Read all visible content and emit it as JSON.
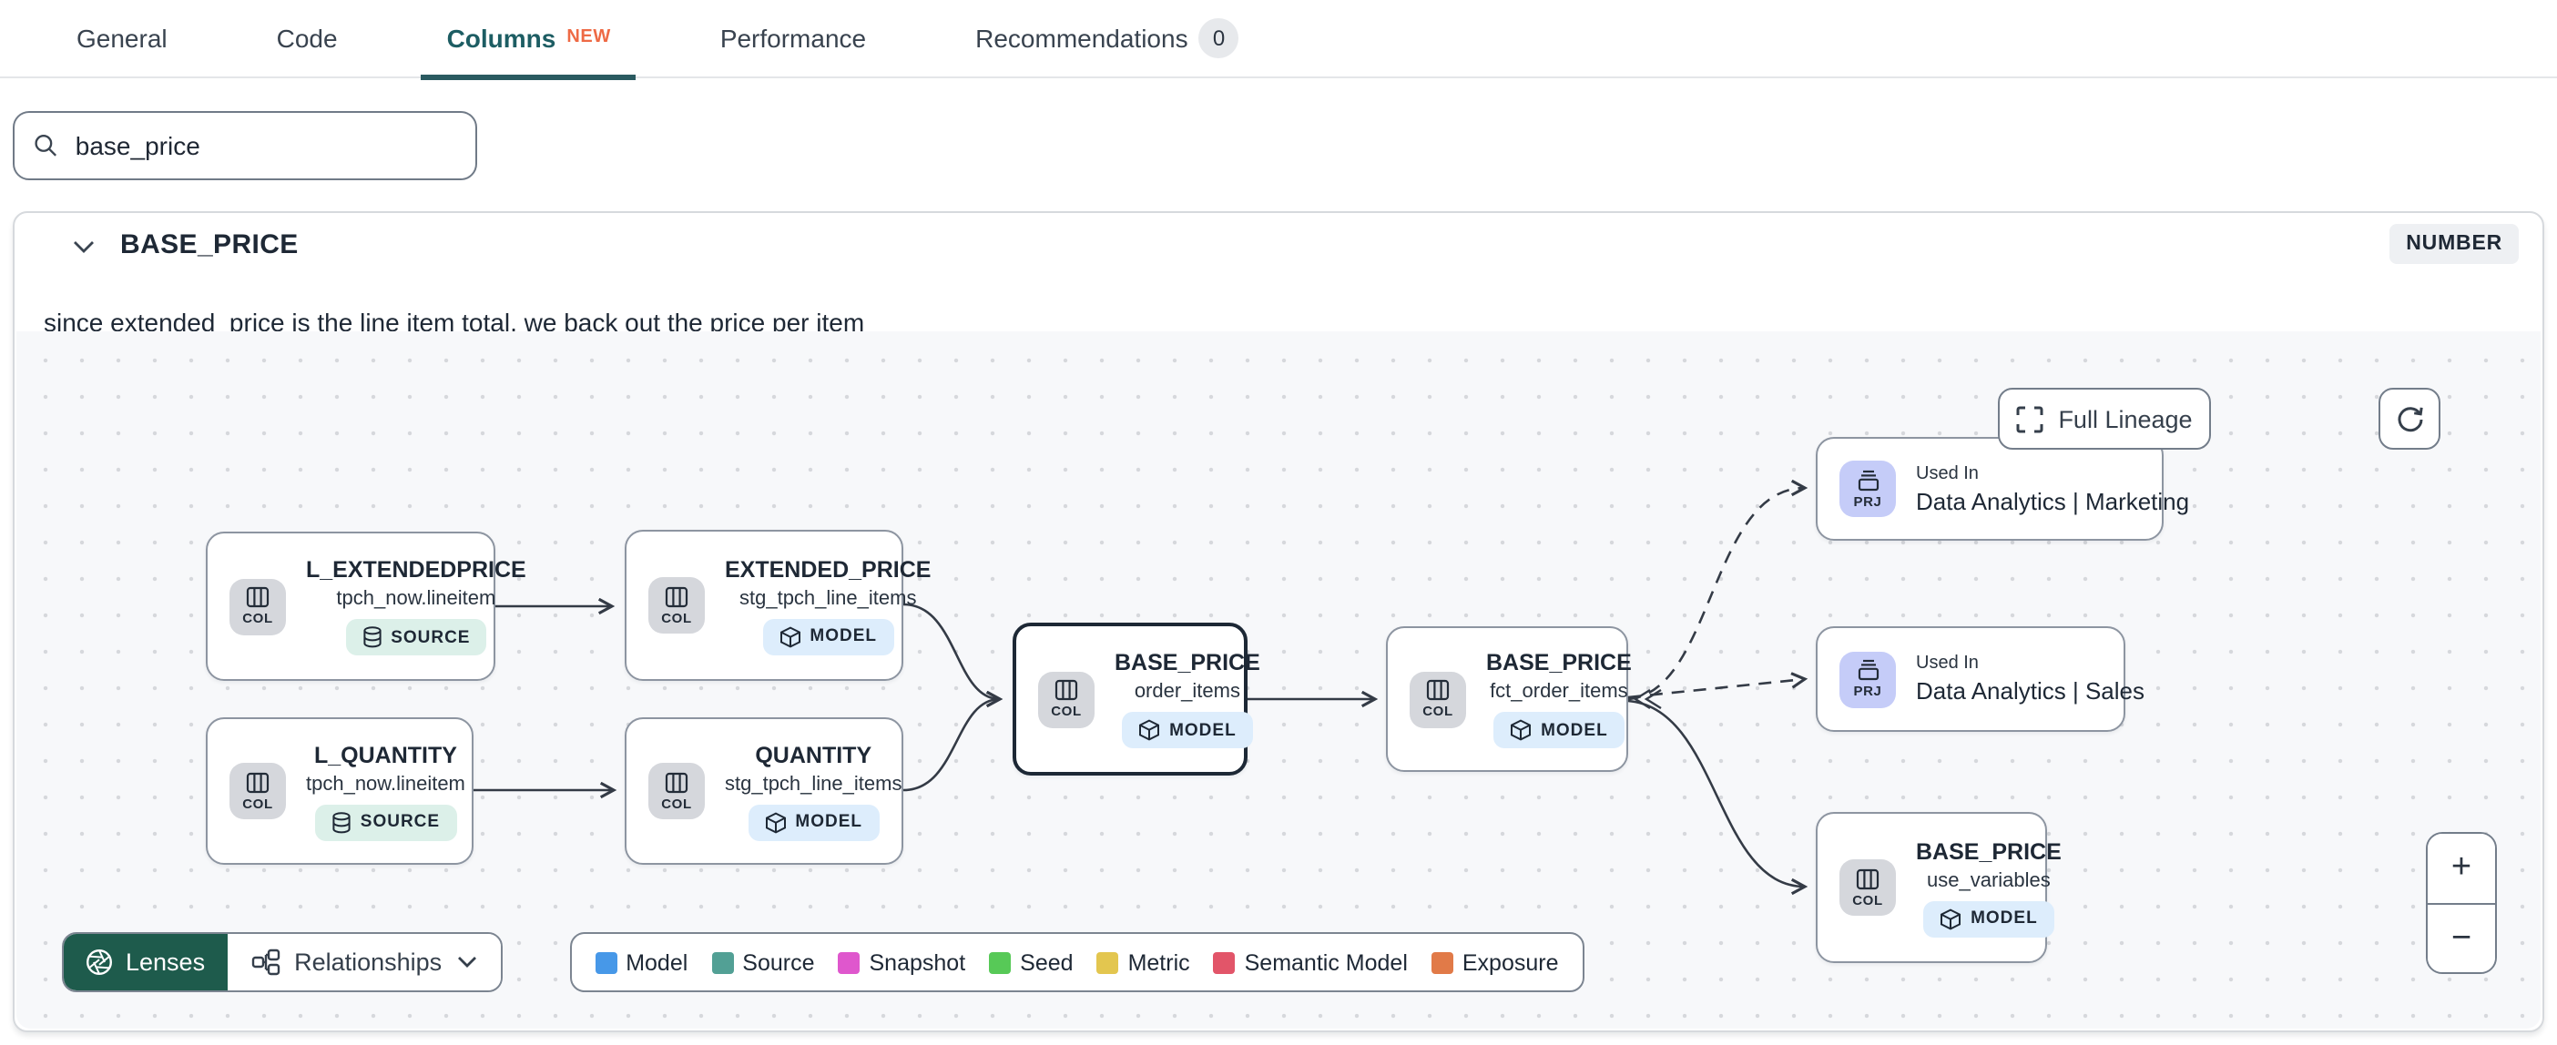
{
  "tabs": {
    "items": [
      {
        "label": "General"
      },
      {
        "label": "Code"
      },
      {
        "label": "Columns",
        "badge": "NEW"
      },
      {
        "label": "Performance"
      },
      {
        "label": "Recommendations",
        "count": "0"
      }
    ]
  },
  "search": {
    "value": "base_price"
  },
  "column_panel": {
    "name": "BASE_PRICE",
    "type_badge": "NUMBER",
    "description": "since extended_price is the line item total, we back out the price per item"
  },
  "lineage": {
    "controls": {
      "full_lineage_label": "Full Lineage",
      "zoom_in": "+",
      "zoom_out": "−"
    },
    "nodes": [
      {
        "chip": "COL",
        "title": "L_EXTENDEDPRICE",
        "subtitle": "tpch_now.lineitem",
        "badge": "SOURCE"
      },
      {
        "chip": "COL",
        "title": "EXTENDED_PRICE",
        "subtitle": "stg_tpch_line_items",
        "badge": "MODEL"
      },
      {
        "chip": "COL",
        "title": "L_QUANTITY",
        "subtitle": "tpch_now.lineitem",
        "badge": "SOURCE"
      },
      {
        "chip": "COL",
        "title": "QUANTITY",
        "subtitle": "stg_tpch_line_items",
        "badge": "MODEL"
      },
      {
        "chip": "COL",
        "title": "BASE_PRICE",
        "subtitle": "order_items",
        "badge": "MODEL",
        "selected": true
      },
      {
        "chip": "COL",
        "title": "BASE_PRICE",
        "subtitle": "fct_order_items",
        "badge": "MODEL"
      },
      {
        "chip": "PRJ",
        "label": "Used In",
        "title": "Data Analytics | Marketing"
      },
      {
        "chip": "PRJ",
        "label": "Used In",
        "title": "Data Analytics | Sales"
      },
      {
        "chip": "COL",
        "title": "BASE_PRICE",
        "subtitle": "use_variables",
        "badge": "MODEL"
      }
    ],
    "toolbar": {
      "lenses_label": "Lenses",
      "relationships_label": "Relationships"
    },
    "legend": {
      "items": [
        {
          "label": "Model",
          "color": "#4798e8"
        },
        {
          "label": "Source",
          "color": "#52a095"
        },
        {
          "label": "Snapshot",
          "color": "#df57cd"
        },
        {
          "label": "Seed",
          "color": "#57c957"
        },
        {
          "label": "Metric",
          "color": "#e3c64f"
        },
        {
          "label": "Semantic Model",
          "color": "#e25569"
        },
        {
          "label": "Exposure",
          "color": "#e17a48"
        }
      ]
    }
  },
  "colors": {
    "active_tab": "#1d5d63",
    "new_badge": "#ee6a45",
    "lenses_button": "#1e5b4c",
    "model_badge_bg": "#ddedfc",
    "source_badge_bg": "#dcf0e9",
    "col_chip_bg": "#d5d7dc",
    "prj_chip_bg": "#c5ccf8"
  }
}
